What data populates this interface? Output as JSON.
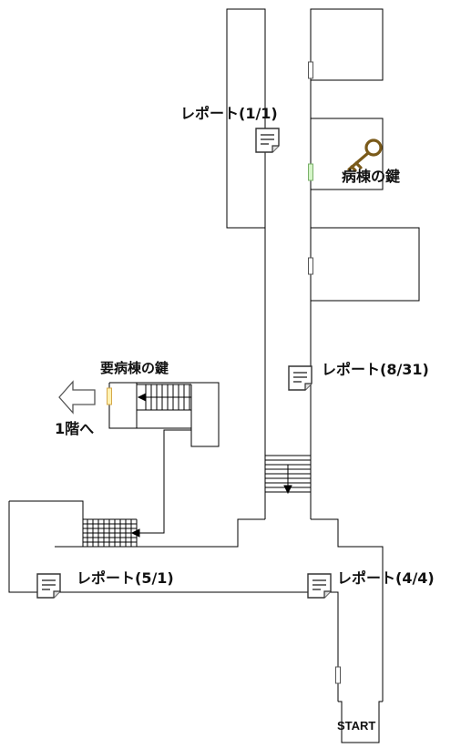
{
  "map": {
    "labels": {
      "report_1_1": "レポート(1/1)",
      "report_8_31": "レポート(8/31)",
      "report_5_1": "レポート(5/1)",
      "report_4_4": "レポート(4/4)",
      "ward_key": "病棟の鍵",
      "ward_key_required": "要病棟の鍵",
      "to_first_floor": "1階へ",
      "start": "START"
    },
    "icons": {
      "report": "report-document-icon",
      "key": "key-icon",
      "exit_arrow": "left-arrow-icon",
      "stairs": "stairs-icon"
    },
    "colors": {
      "walls": "#000000",
      "door_normal": "#ffffff",
      "door_unlocked_green": "#d5f5c8",
      "door_locked_yellow": "#fff2b3",
      "door_locked_border": "#d6a84a",
      "key_color": "#7a5a1a"
    }
  }
}
